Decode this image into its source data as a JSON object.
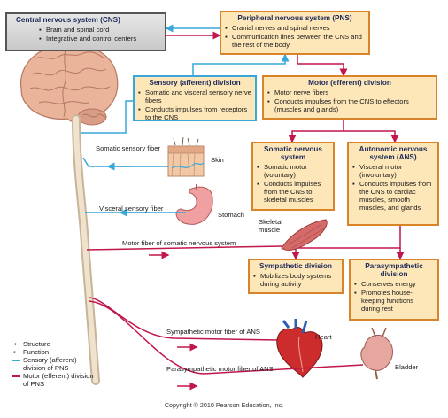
{
  "colors": {
    "sensory": "#39a7d8",
    "motor": "#c1174a",
    "box_fill": "#fde6b8",
    "box_border": "#d9842a",
    "cns_fill": "#d0d0d0"
  },
  "cns": {
    "title": "Central nervous system (CNS)",
    "items": [
      "Brain and spinal cord",
      "Integrative and control centers"
    ]
  },
  "pns": {
    "title": "Peripheral nervous system (PNS)",
    "items": [
      "Cranial nerves and spinal nerves",
      "Communication lines between the CNS and the rest of the body"
    ]
  },
  "sensory": {
    "title": "Sensory (afferent) division",
    "items": [
      "Somatic and visceral sensory nerve fibers",
      "Conducts impulses from receptors to the CNS"
    ]
  },
  "motor": {
    "title": "Motor (efferent) division",
    "items": [
      "Motor nerve fibers",
      "Conducts impulses from the CNS to effectors (muscles and glands)"
    ]
  },
  "somatic": {
    "title": "Somatic nervous system",
    "items": [
      "Somatic motor (voluntary)",
      "Conducts impulses from the CNS to skeletal muscles"
    ]
  },
  "autonomic": {
    "title": "Autonomic nervous system (ANS)",
    "items": [
      "Visceral motor (involuntary)",
      "Conducts impulses from the CNS to cardiac muscles, smooth muscles, and glands"
    ]
  },
  "sympathetic": {
    "title": "Sympathetic division",
    "items": [
      "Mobilizes body systems during activity"
    ]
  },
  "parasympathetic": {
    "title": "Parasympathetic division",
    "items": [
      "Conserves energy",
      "Promotes house-keeping functions during rest"
    ]
  },
  "labels": {
    "somatic_sensory_fiber": "Somatic sensory fiber",
    "skin": "Skin",
    "visceral_sensory_fiber": "Visceral sensory fiber",
    "stomach": "Stomach",
    "skeletal_muscle": "Skeletal muscle",
    "motor_fiber_somatic": "Motor fiber of somatic nervous system",
    "sympathetic_motor_fiber": "Sympathetic motor fiber of ANS",
    "heart": "Heart",
    "parasympathetic_motor_fiber": "Parasympathetic motor fiber of ANS",
    "bladder": "Bladder"
  },
  "legend": {
    "structure": "Structure",
    "function": "Function",
    "sensory": "Sensory (afferent) division of PNS",
    "motor": "Motor (efferent) division of PNS"
  },
  "copyright": "Copyright © 2010 Pearson Education, Inc."
}
